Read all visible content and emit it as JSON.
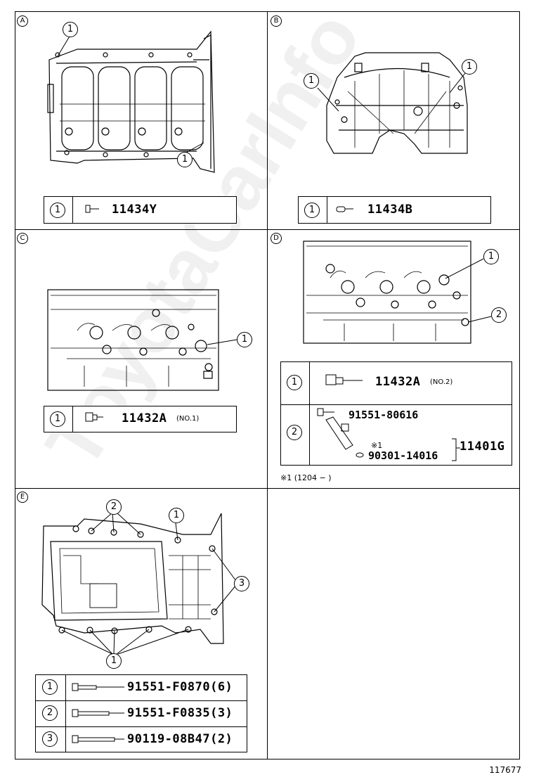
{
  "panels": {
    "a": {
      "letter": "A",
      "callouts": [
        "1",
        "1"
      ],
      "row": {
        "num": "1",
        "part": "11434Y"
      }
    },
    "b": {
      "letter": "B",
      "callouts": [
        "1",
        "1"
      ],
      "row": {
        "num": "1",
        "part": "11434B"
      }
    },
    "c": {
      "letter": "C",
      "callouts": [
        "1"
      ],
      "row": {
        "num": "1",
        "part": "11432A",
        "note": "(NO.1)"
      }
    },
    "d": {
      "letter": "D",
      "callouts": [
        "1",
        "2"
      ],
      "rows": [
        {
          "num": "1",
          "part": "11432A",
          "note": "(NO.2)"
        },
        {
          "num": "2",
          "part_a": "91551-80616",
          "mark": "※1",
          "part_b": "90301-14016",
          "assembly": "11401G"
        }
      ],
      "footnote": "※1 (1204 −       )"
    },
    "e": {
      "letter": "E",
      "callouts": [
        "2",
        "1",
        "3",
        "1"
      ],
      "rows": [
        {
          "num": "1",
          "part": "91551-F0870(6)"
        },
        {
          "num": "2",
          "part": "91551-F0835(3)"
        },
        {
          "num": "3",
          "part": "90119-08B47(2)"
        }
      ]
    }
  },
  "figure_number": "117677",
  "watermark": "ToyotaCarInfo"
}
